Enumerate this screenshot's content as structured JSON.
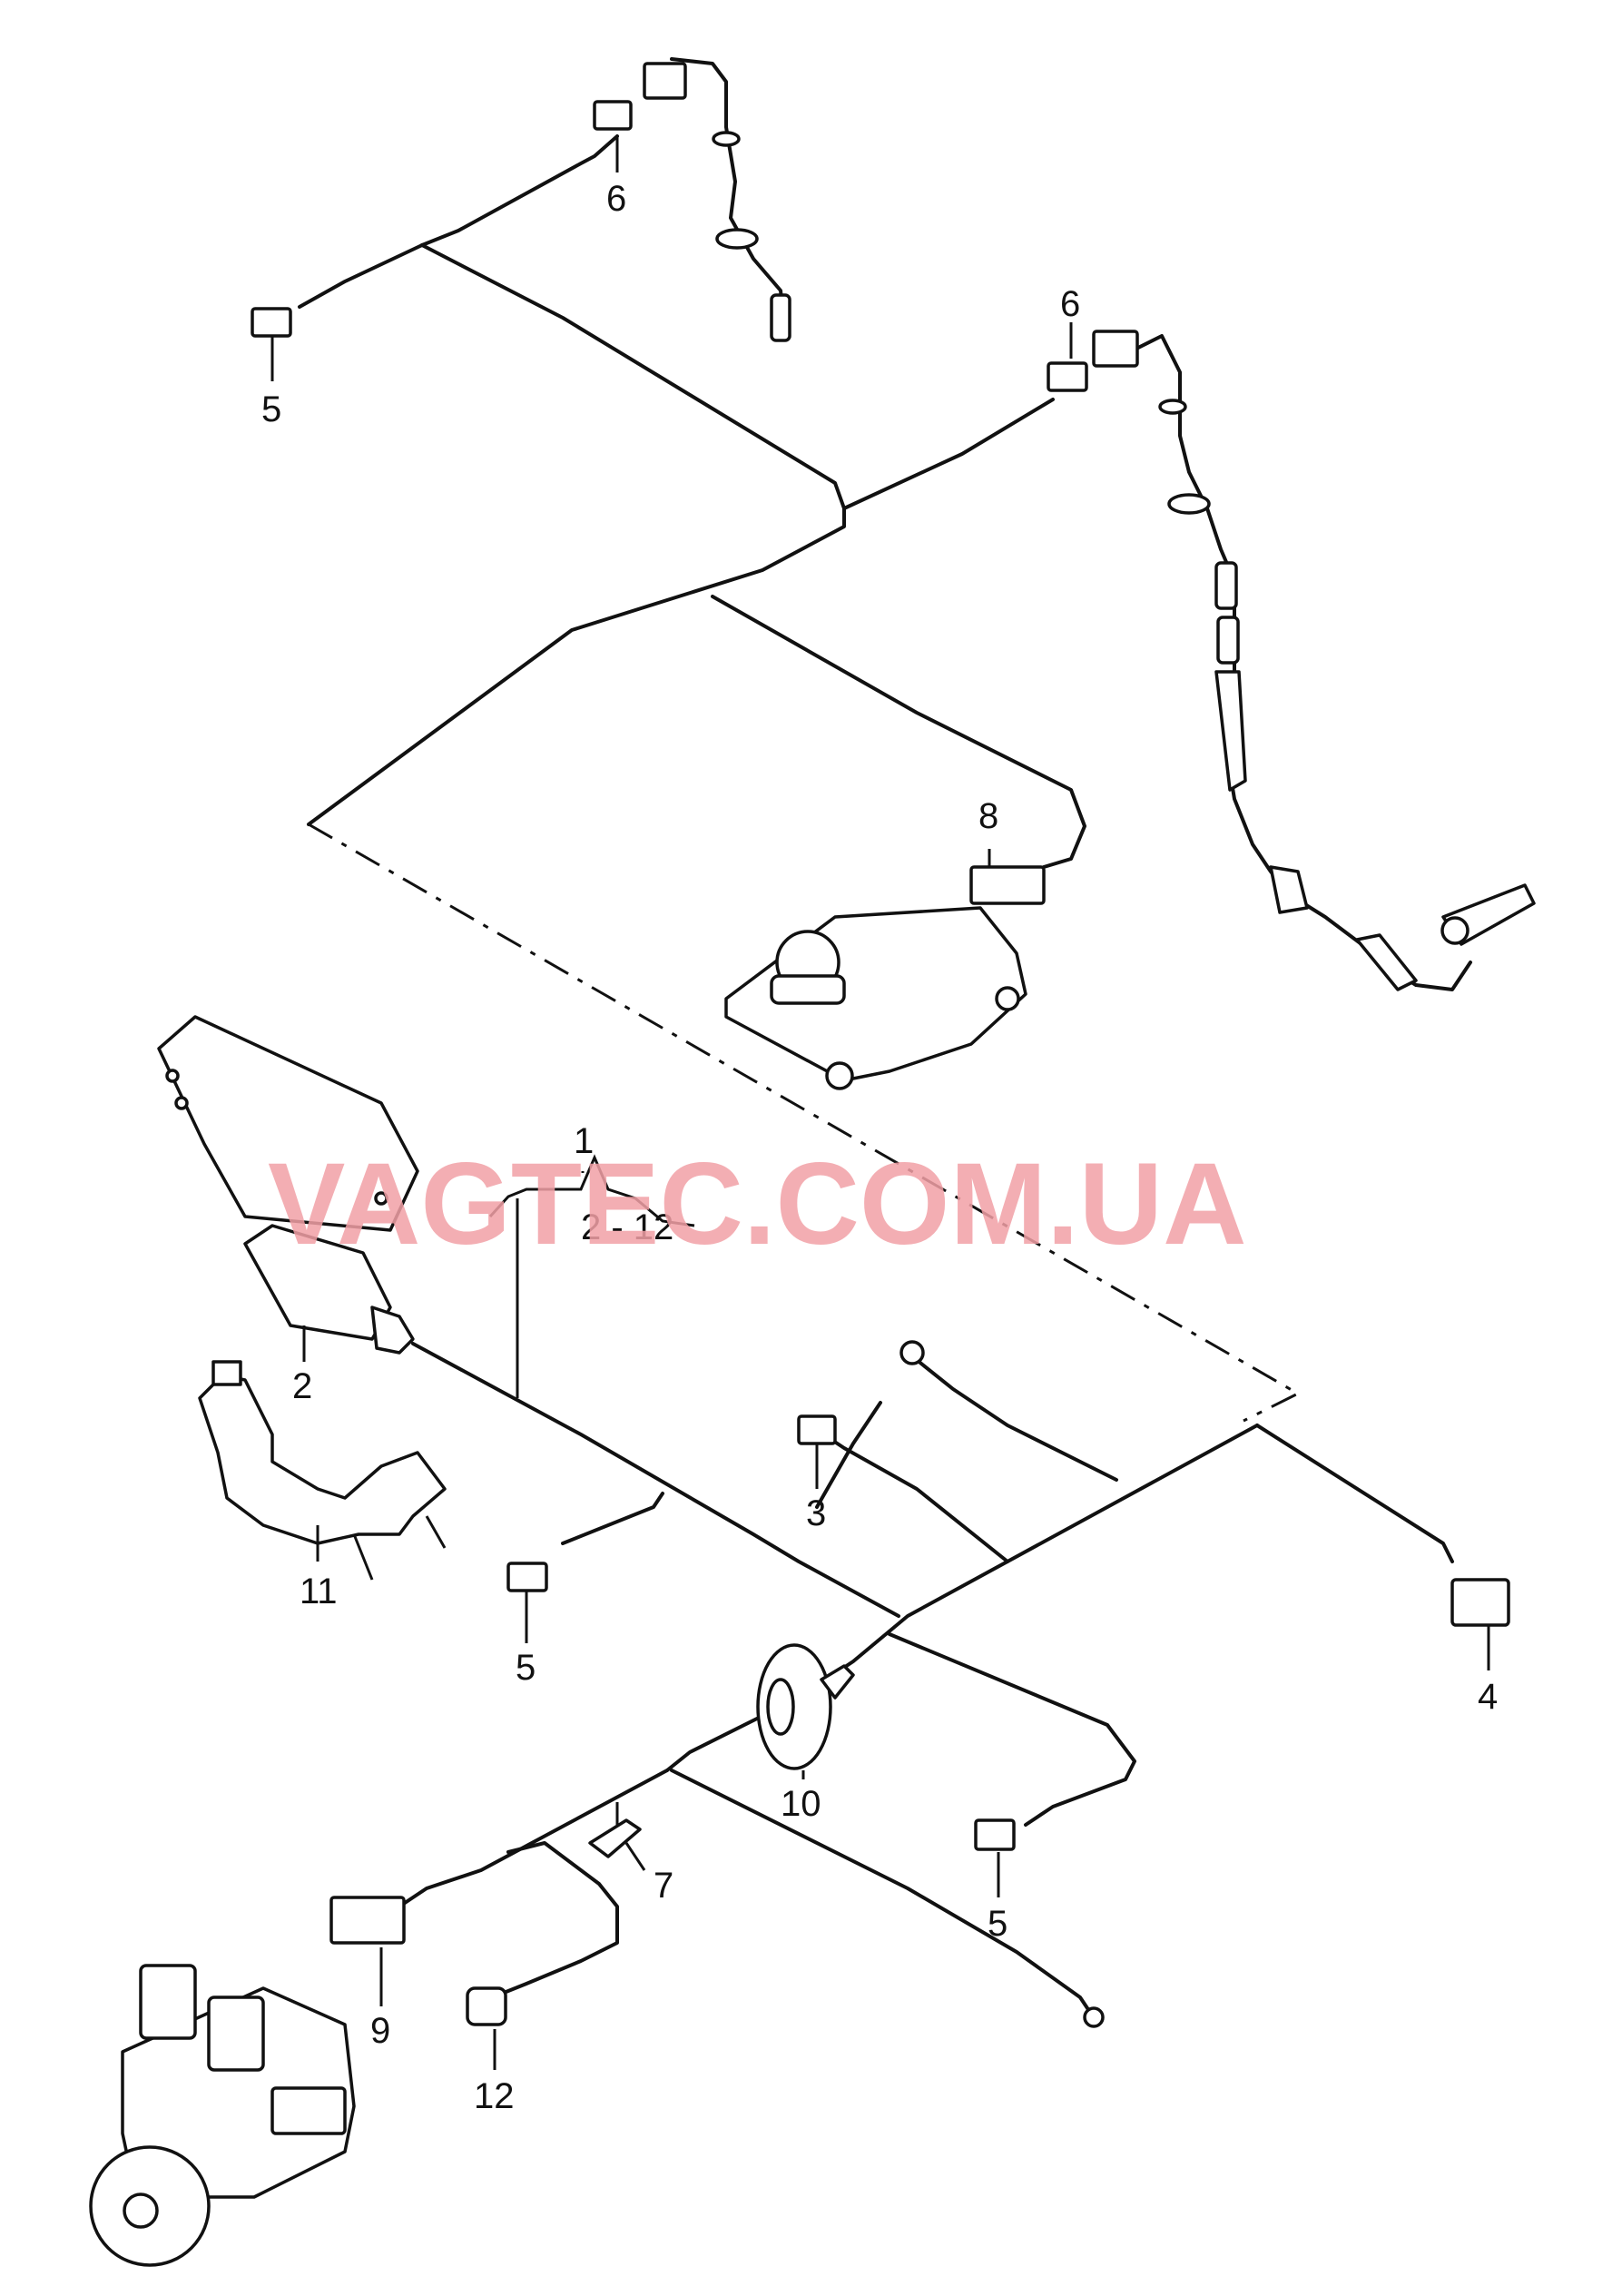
{
  "watermark": "VAGTEC.COM.UA",
  "callouts": {
    "c1": "1",
    "c2_12": "2 - 12",
    "c2": "2",
    "c3": "3",
    "c4": "4",
    "c5a": "5",
    "c5b": "5",
    "c5c": "5",
    "c6a": "6",
    "c6b": "6",
    "c7": "7",
    "c8": "8",
    "c9": "9",
    "c10": "10",
    "c11": "11",
    "c12": "12"
  }
}
